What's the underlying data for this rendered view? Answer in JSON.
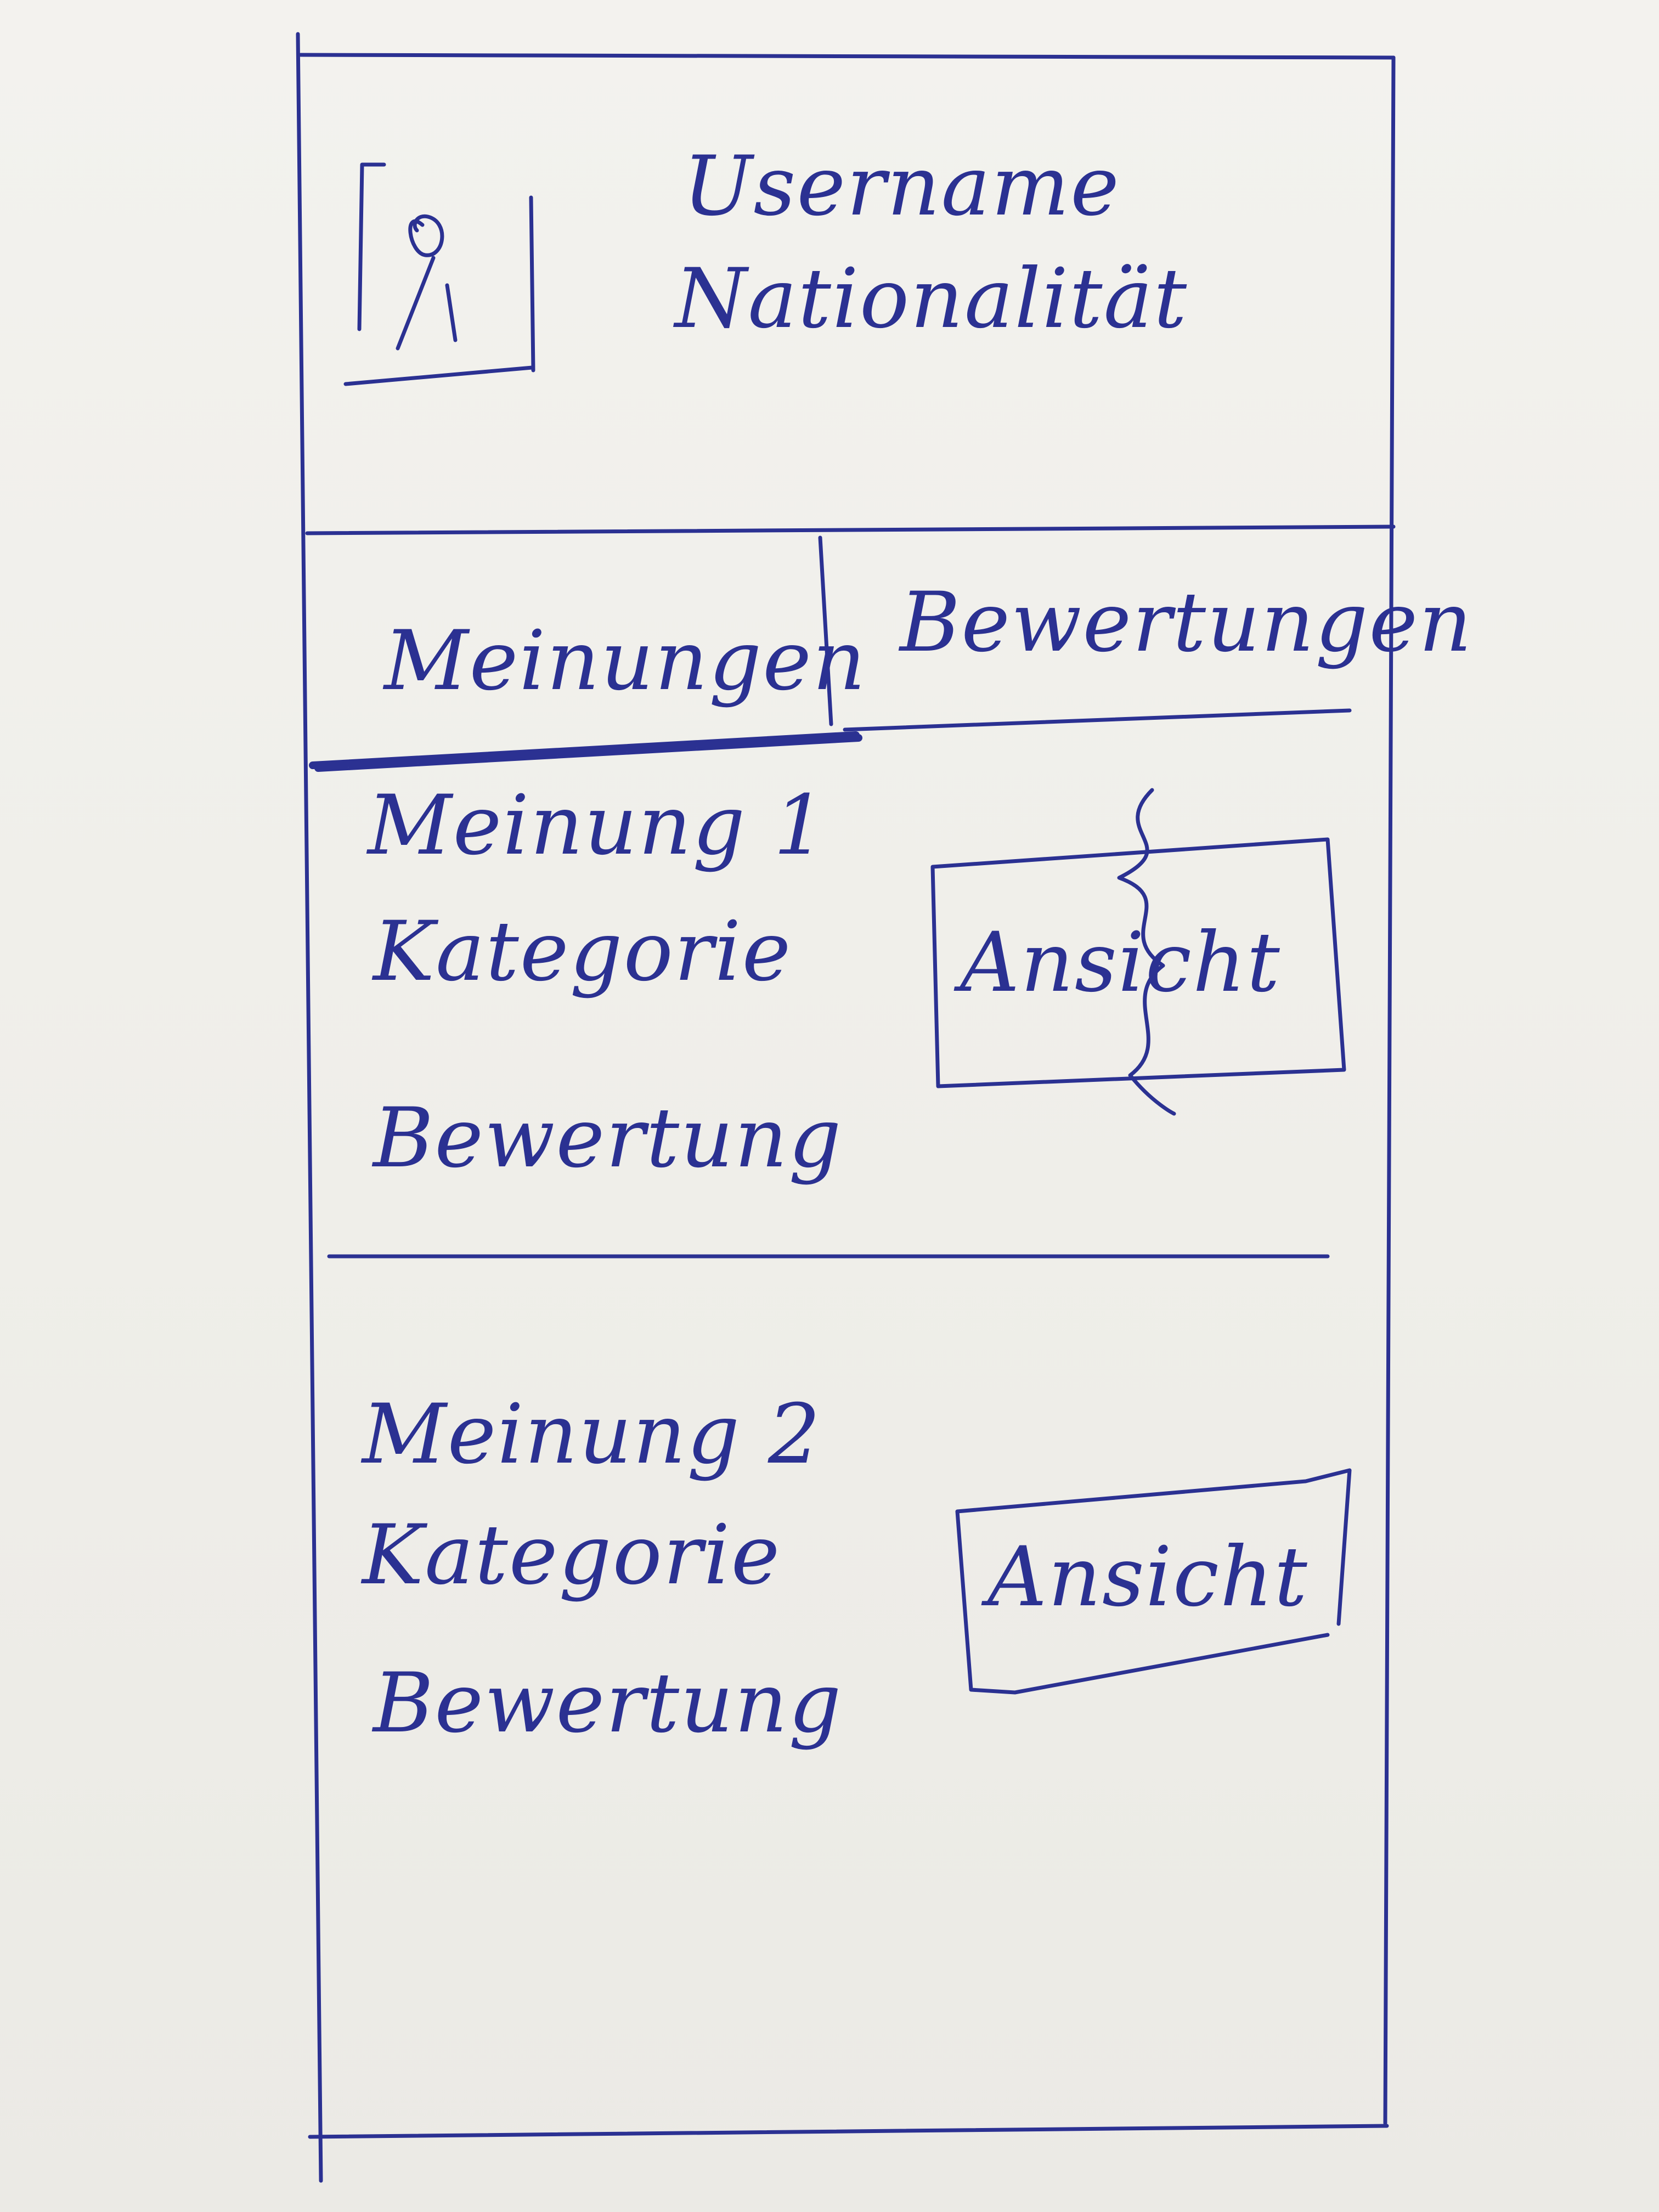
{
  "header": {
    "username": "Username",
    "nationality": "Nationalität"
  },
  "tabs": [
    {
      "label": "Meinungen",
      "active": true
    },
    {
      "label": "Bewertungen",
      "active": false
    }
  ],
  "cards": [
    {
      "opinion": "Meinung 1",
      "category": "Kategorie",
      "rating": "Bewertung",
      "button_label": "Ansicht"
    },
    {
      "opinion": "Meinung 2",
      "category": "Kategorie",
      "rating": "Bewertung",
      "button_label": "Ansicht"
    }
  ],
  "ink_color": "#2b3192",
  "paper_color": "#f0efeb"
}
